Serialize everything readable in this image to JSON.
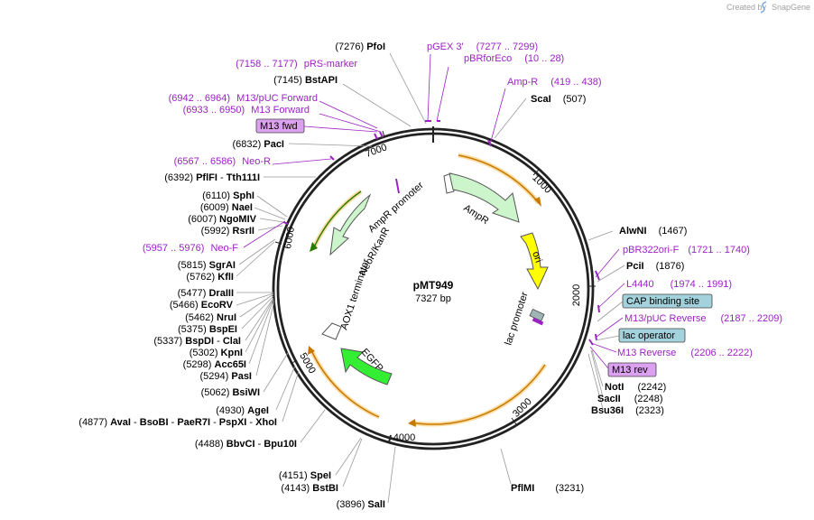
{
  "plasmid": {
    "name": "pMT949",
    "size": "7327 bp"
  },
  "credit": {
    "prefix": "Created by",
    "brand": "SnapGene"
  },
  "ticks": [
    "1000",
    "2000",
    "3000",
    "4000",
    "5000",
    "6000",
    "7000"
  ],
  "features": {
    "ampr": "AmpR",
    "ampr_promoter": "AmpR promoter",
    "ori": "ori",
    "lac_promoter": "lac promoter",
    "egfp": "EGFP",
    "aox1": "AOX1 terminator",
    "neo": "NeoR/KanR"
  },
  "left_enzymes": [
    {
      "pos": "(7276)",
      "name": "PfoI"
    },
    {
      "pos": "(7145)",
      "name": "BstAPI"
    },
    {
      "pos": "(6832)",
      "name": "PacI"
    },
    {
      "pos": "(6392)",
      "name": "PflFI",
      "extra": "Tth111I"
    },
    {
      "pos": "(6110)",
      "name": "SphI"
    },
    {
      "pos": "(6009)",
      "name": "NaeI"
    },
    {
      "pos": "(6007)",
      "name": "NgoMIV"
    },
    {
      "pos": "(5992)",
      "name": "RsrII"
    },
    {
      "pos": "(5815)",
      "name": "SgrAI"
    },
    {
      "pos": "(5762)",
      "name": "KflI"
    },
    {
      "pos": "(5477)",
      "name": "DraIII"
    },
    {
      "pos": "(5466)",
      "name": "EcoRV"
    },
    {
      "pos": "(5462)",
      "name": "NruI"
    },
    {
      "pos": "(5375)",
      "name": "BspEI"
    },
    {
      "pos": "(5337)",
      "name": "BspDI",
      "extra": "ClaI"
    },
    {
      "pos": "(5302)",
      "name": "KpnI"
    },
    {
      "pos": "(5298)",
      "name": "Acc65I"
    },
    {
      "pos": "(5294)",
      "name": "PasI"
    },
    {
      "pos": "(5062)",
      "name": "BsiWI"
    },
    {
      "pos": "(4930)",
      "name": "AgeI"
    },
    {
      "pos": "(4877)",
      "name": "AvaI",
      "more": [
        "BsoBI",
        "PaeR7I",
        "PspXI",
        "XhoI"
      ]
    },
    {
      "pos": "(4488)",
      "name": "BbvCI",
      "extra": "Bpu10I"
    },
    {
      "pos": "(4151)",
      "name": "SpeI"
    },
    {
      "pos": "(4143)",
      "name": "BstBI"
    },
    {
      "pos": "(3896)",
      "name": "SalI"
    }
  ],
  "right_enzymes": [
    {
      "pos": "(507)",
      "name": "ScaI"
    },
    {
      "pos": "(1467)",
      "name": "AlwNI"
    },
    {
      "pos": "(1876)",
      "name": "PciI"
    },
    {
      "pos": "(2242)",
      "name": "NotI"
    },
    {
      "pos": "(2248)",
      "name": "SacII"
    },
    {
      "pos": "(2323)",
      "name": "Bsu36I"
    },
    {
      "pos": "(3231)",
      "name": "PflMI"
    }
  ],
  "primers_left": [
    {
      "name": "pGEX 3'",
      "range": "(7277 .. 7299)"
    },
    {
      "name": "pBRforEco",
      "range": "(10 .. 28)"
    },
    {
      "name": "pRS-marker",
      "range": "(7158 .. 7177)"
    },
    {
      "name": "M13/pUC Forward",
      "range": "(6942 .. 6964)"
    },
    {
      "name": "M13 Forward",
      "range": "(6933 .. 6950)"
    },
    {
      "name": "Neo-R",
      "range": "(6567 .. 6586)"
    },
    {
      "name": "Neo-F",
      "range": "(5957 .. 5976)"
    }
  ],
  "primers_right": [
    {
      "name": "Amp-R",
      "range": "(419 .. 438)"
    },
    {
      "name": "pBR322ori-F",
      "range": "(1721 .. 1740)"
    },
    {
      "name": "L4440",
      "range": "(1974 .. 1991)"
    },
    {
      "name": "M13/pUC Reverse",
      "range": "(2187 .. 2209)"
    },
    {
      "name": "M13 Reverse",
      "range": "(2206 .. 2222)"
    }
  ],
  "boxes": {
    "m13fwd": "M13 fwd",
    "cap": "CAP binding site",
    "lacop": "lac operator",
    "m13rev": "M13 rev"
  },
  "colors": {
    "primer": "#9b22c4",
    "ampr": "#ccf5cc",
    "ori": "#ffff00",
    "egfp": "#33ee33",
    "neo": "#ccf5cc",
    "orange": "#f0a000",
    "box_blue": "#a4d2dc",
    "box_purple": "#dca0f0"
  }
}
